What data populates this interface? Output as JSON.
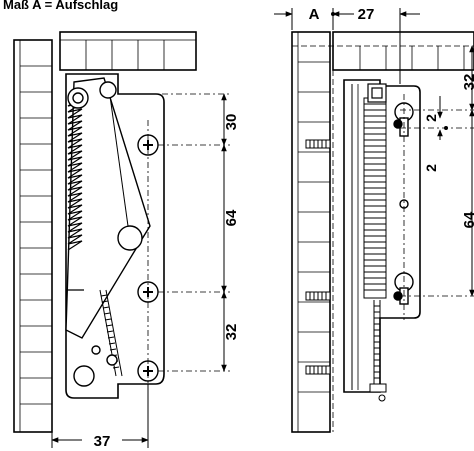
{
  "caption": "Maß A = Aufschlag",
  "dimensions": {
    "left_top": "30",
    "left_middle": "64",
    "left_bottom": "32",
    "left_width": "37",
    "right_offset_label": "A",
    "right_width": "27",
    "right_small_top": "2",
    "right_small_bottom": "2",
    "right_edge_top": "32",
    "right_edge_middle": "64"
  }
}
